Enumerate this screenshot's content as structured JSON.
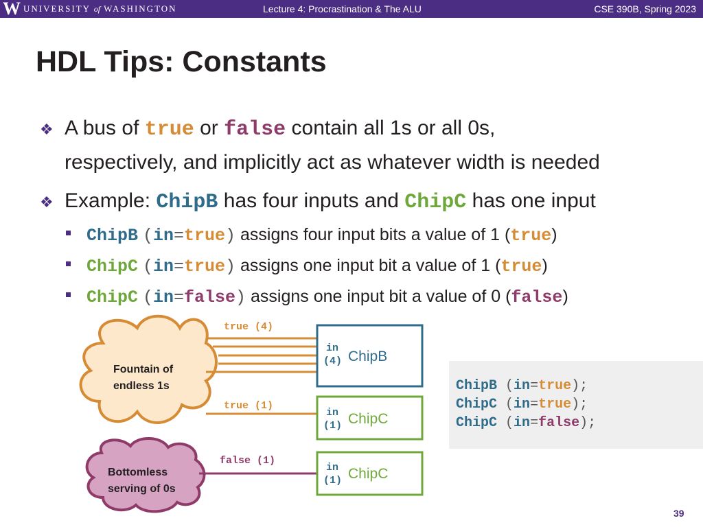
{
  "header": {
    "logo_w": "W",
    "university_part1": "UNIVERSITY",
    "university_of": "of",
    "university_part2": "WASHINGTON",
    "lecture": "Lecture 4: Procrastination & The ALU",
    "course": "CSE 390B, Spring 2023"
  },
  "slide": {
    "title": "HDL Tips: Constants",
    "bullet1": {
      "prefix": "A bus of",
      "true_word": "true",
      "or_word": "or",
      "false_word": "false",
      "suffix": "contain all 1s or all 0s,",
      "line2": "respectively,  and implicitly act as whatever width is needed"
    },
    "bullet2": {
      "prefix": "Example:",
      "chipb": "ChipB",
      "middle": "has four inputs and",
      "chipc": "ChipC",
      "suffix": "has one input"
    },
    "sub1": {
      "chip": "ChipB",
      "open": "(",
      "port": "in",
      "eq": "=",
      "val": "true",
      "close": ")",
      "desc": "assigns four input bits a value of 1 (",
      "val2": "true",
      "end": ")"
    },
    "sub2": {
      "chip": "ChipC",
      "open": "(",
      "port": "in",
      "eq": "=",
      "val": "true",
      "close": ")",
      "desc": "assigns one input bit a value of 1 (",
      "val2": "true",
      "end": ")"
    },
    "sub3": {
      "chip": "ChipC",
      "open": "(",
      "port": "in",
      "eq": "=",
      "val": "false",
      "close": ")",
      "desc": "assigns one input bit a value of 0 (",
      "val2": "false",
      "end": ")"
    },
    "page_number": "39"
  },
  "diagram": {
    "source_ones": {
      "line1": "Fountain of",
      "line2": "endless 1s"
    },
    "source_zeros": {
      "line1": "Bottomless",
      "line2": "serving of 0s"
    },
    "wire_labels": {
      "true4": "true (4)",
      "true1": "true (1)",
      "false1": "false (1)"
    },
    "chips": [
      {
        "port": "in",
        "width": "(4)",
        "name": "ChipB"
      },
      {
        "port": "in",
        "width": "(1)",
        "name": "ChipC"
      },
      {
        "port": "in",
        "width": "(1)",
        "name": "ChipC"
      }
    ]
  },
  "code": {
    "lines": [
      {
        "chip": "ChipB",
        "open": "(",
        "port": "in",
        "eq": "=",
        "val": "true",
        "close": ");"
      },
      {
        "chip": "ChipC",
        "open": "(",
        "port": "in",
        "eq": "=",
        "val": "true",
        "close": ");"
      },
      {
        "chip": "ChipC",
        "open": "(",
        "port": "in",
        "eq": "=",
        "val": "false",
        "close": ");"
      }
    ]
  },
  "colors": {
    "uw_purple": "#4b2e83",
    "true_orange": "#d68b35",
    "false_purple": "#8e3b6a",
    "chipb_blue": "#2f6b8a",
    "chipc_green": "#6fa83a",
    "cloud_ones_fill": "#fde8cc",
    "cloud_zeros_fill": "#d6a3c2"
  }
}
